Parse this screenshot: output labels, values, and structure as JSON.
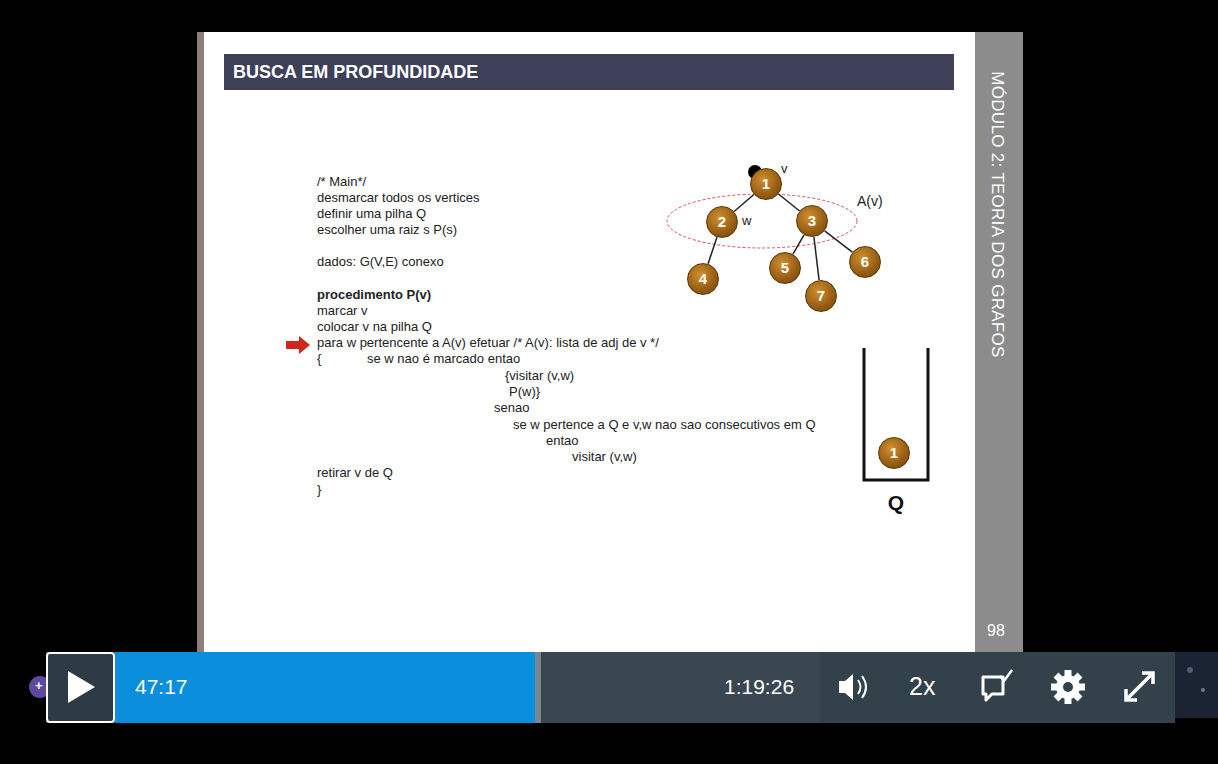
{
  "diagram": {
    "title": "BUSCA EM PROFUNDIDADE",
    "nodes": [
      {
        "text": [
          "1"
        ]
      },
      {
        "text": [
          "2"
        ]
      },
      {
        "text": [
          "3"
        ]
      },
      {
        "text": [
          "4"
        ]
      },
      {
        "text": [
          "5"
        ]
      },
      {
        "text": [
          "6"
        ]
      },
      {
        "text": [
          "7"
        ]
      },
      {
        "text": [
          "Q"
        ]
      },
      {
        "text": [
          "1"
        ],
        "in": 7
      }
    ],
    "edges": [
      {
        "from": 0,
        "to": 1,
        "arrow": "none"
      },
      {
        "from": 0,
        "to": 2,
        "arrow": "none"
      },
      {
        "from": 1,
        "to": 3,
        "arrow": "none"
      },
      {
        "from": 2,
        "to": 4,
        "arrow": "none"
      },
      {
        "from": 2,
        "to": 6,
        "arrow": "none"
      },
      {
        "from": 2,
        "to": 5,
        "arrow": "none"
      }
    ],
    "labels": [
      "/* Main*/",
      "desmarcar todos os vertices",
      "definir uma pilha Q",
      "escolher uma raiz s P(s)",
      "dados: G(V,E) conexo",
      "procedimento P(v)",
      "marcar v",
      "colocar v na pilha Q",
      "para w pertencente a A(v) efetuar /* A(v): lista de adj de v */",
      "{",
      "se w  nao é marcado entao",
      "{visitar (v,w)",
      "P(w)}",
      "senao",
      "se w pertence a Q e v,w nao sao consecutivos em Q",
      "entao",
      "visitar (v,w)",
      "retirar v de Q",
      "}",
      "v",
      "w",
      "A(v)",
      "MÓDULO 2: TEORIA DOS GRAFOS",
      "98",
      "+",
      "47:17",
      "1:19:26",
      "2x"
    ]
  }
}
